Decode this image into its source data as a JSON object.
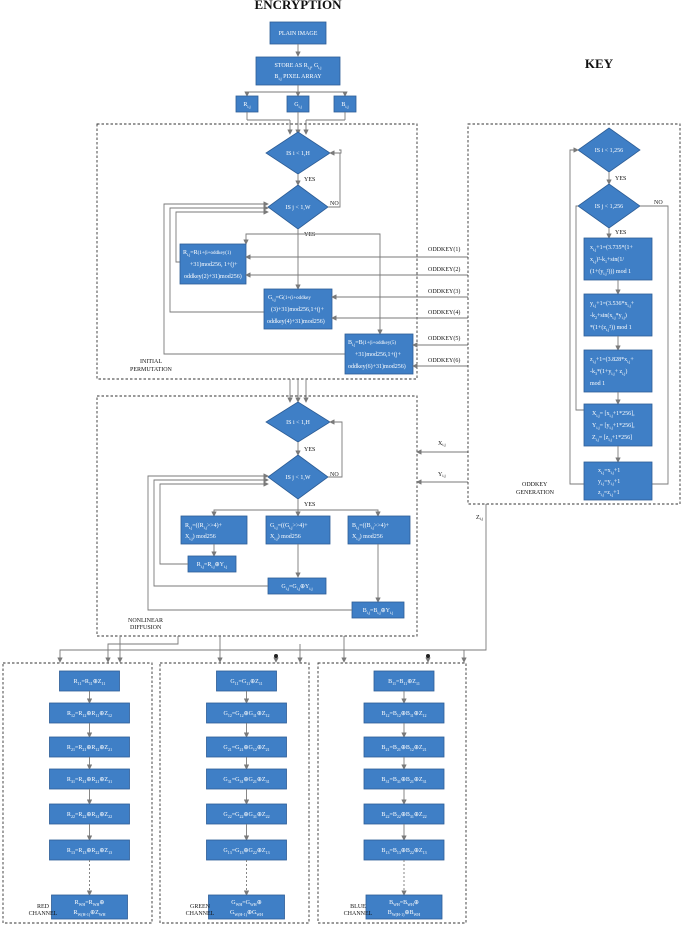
{
  "header": {
    "encryption": "ENCRYPTION",
    "key": "KEY"
  },
  "top": {
    "plain_image": "PLAIN IMAGE",
    "store_line1": "STORE AS R",
    "store_sub1": "i,j",
    "store_mid": ", G",
    "store_sub2": "i,j",
    "store_line2": "B",
    "store_sub3": "i,j",
    "store_line2b": " PIXEL ARRAY",
    "r": "R",
    "g": "G",
    "b": "B",
    "sub_ij": "i,j"
  },
  "permutation": {
    "loop_i": "IS i < 1,H",
    "loop_j": "IS j < 1,W",
    "yes": "YES",
    "no": "NO",
    "r_line1": "R",
    "r_sub": "i,j",
    "r_line1b": "=R",
    "r_line1c": "(1+(i+oddkey(1)",
    "r_line2": "+31)mod256, 1+(j+",
    "r_line3": "oddkey(2)+31)mod256)",
    "g_line1": "G",
    "g_line1b": "=G",
    "g_line1c": "(1+(i+oddkey",
    "g_line2": "(3)+31)mod256,1+(j+",
    "g_line3": "oddkey(4)+31)mod256)",
    "b_line1": "B",
    "b_line1b": "=B",
    "b_line1c": "(1+(i+oddkey(5)",
    "b_line2": "+31)mod256,1+(j+",
    "b_line3": "oddkey(6)+31)mod256)",
    "oddkeys": [
      "ODDKEY(1)",
      "ODDKEY(2)",
      "ODDKEY(3)",
      "ODDKEY(4)",
      "ODDKEY(5)",
      "ODDKEY(6)"
    ],
    "label1": "INITIAL",
    "label2": "PERMUTATION"
  },
  "diffusion": {
    "loop_i": "IS i < 1,H",
    "loop_j": "IS j < 1,W",
    "yes": "YES",
    "no": "NO",
    "r_formula_a": "R",
    "r_formula_b": "=((R",
    "r_formula_c": ">>4)+",
    "r_formula_d": "X",
    "r_formula_e": ") mod256",
    "g_formula_a": "G",
    "g_formula_b": "=((G",
    "g_formula_c": ">>4)+",
    "g_formula_e": ") mod256",
    "b_formula_a": "B",
    "b_formula_b": "=((B",
    "b_formula_c": ">>4)+",
    "b_formula_e": ") mod256",
    "r_xor": "R",
    "r_xor_b": "=R",
    "r_xor_c": "⊕Y",
    "g_xor": "G",
    "g_xor_b": "=G",
    "g_xor_c": "⊕Y",
    "b_xor": "B",
    "b_xor_b": "=B",
    "b_xor_c": "⊕Y",
    "sub": "i,j",
    "xi": "X",
    "yi": "Y",
    "zi": "Z",
    "label1": "NONLINEAR",
    "label2": "DIFFUSION"
  },
  "key": {
    "loop_i": "IS i < 1,256",
    "loop_j": "IS j < 1,256",
    "yes": "YES",
    "no": "NO",
    "x_line1": "x",
    "x_line1b": "=(3.735*(1+",
    "x_line2": "x",
    "x_line2b": ")²-k",
    "x_line2c": "+sin(1/",
    "x_line3": "(1+(y",
    "x_line3b": "²))) mod 1",
    "y_line1": "y",
    "y_line1b": "=(3.536*x",
    "y_line1c": "+",
    "y_line2": "-k",
    "y_line2b": "+sin(x",
    "y_line2c": "*y",
    "y_line2d": ")",
    "y_line3": "*(1+(z",
    "y_line3b": "²)) mod 1",
    "z_line1": "z",
    "z_line1b": "=(3.828*x",
    "z_line1c": "+",
    "z_line2": "-k",
    "z_line2b": "*(1+y",
    "z_line2c": "+ z",
    "z_line2d": ")",
    "z_line3": "mod 1",
    "out_x": "X",
    "out_x_b": "= [x",
    "out_x_c": "*256],",
    "out_y": "Y",
    "out_y_b": "= [y",
    "out_y_c": "*256],",
    "out_z": "Z",
    "out_z_b": "= [z",
    "out_z_c": "*256]",
    "upd_x": "x",
    "upd_x_b": "=x",
    "upd_y": "y",
    "upd_y_b": "=y",
    "upd_z": "z",
    "upd_z_b": "=z",
    "label1": "ODDKEY",
    "label2": "GENERATION"
  },
  "channels": [
    {
      "label1": "RED",
      "label2": "CHANNEL",
      "ch": "R",
      "rows": [
        [
          "R",
          "11",
          "=R",
          "11",
          "⊕Z",
          "11"
        ],
        [
          "R",
          "12",
          "=R",
          "12",
          "⊕R",
          "11",
          "⊕Z",
          "12"
        ],
        [
          "R",
          "21",
          "=R",
          "21",
          "⊕R",
          "12",
          "⊕Z",
          "21"
        ],
        [
          "R",
          "31",
          "=R",
          "31",
          "⊕R",
          "21",
          "⊕Z",
          "31"
        ],
        [
          "R",
          "22",
          "=R",
          "22",
          "⊕R",
          "31",
          "⊕Z",
          "22"
        ],
        [
          "R",
          "13",
          "=R",
          "13",
          "⊕R",
          "22",
          "⊕Z",
          "13"
        ]
      ],
      "final1": [
        "R",
        "WH",
        "=R",
        "WH",
        "⊕"
      ],
      "final2": [
        "R",
        "W(H-1)",
        "⊕Z",
        "WH"
      ]
    },
    {
      "label1": "GREEN",
      "label2": "CHANNEL",
      "ch": "G",
      "rows": [
        [
          "G",
          "11",
          "=G",
          "11",
          "⊕Z",
          "11"
        ],
        [
          "G",
          "12",
          "=G",
          "12",
          "⊕G",
          "11",
          "⊕Z",
          "12"
        ],
        [
          "G",
          "21",
          "=G",
          "21",
          "⊕G",
          "12",
          "⊕Z",
          "21"
        ],
        [
          "G",
          "31",
          "=G",
          "31",
          "⊕G",
          "21",
          "⊕Z",
          "31"
        ],
        [
          "G",
          "22",
          "=G",
          "22",
          "⊕G",
          "31",
          "⊕Z",
          "22"
        ],
        [
          "G",
          "13",
          "=G",
          "13",
          "⊕G",
          "22",
          "⊕Z",
          "13"
        ]
      ],
      "final1": [
        "G",
        "WH",
        "=G",
        "WH",
        "⊕"
      ],
      "final2": [
        "G",
        "W(H-1)",
        "⊕G",
        "WH"
      ]
    },
    {
      "label1": "BLUE",
      "label2": "CHANNEL",
      "ch": "B",
      "rows": [
        [
          "B",
          "11",
          "=B",
          "11",
          "⊕Z",
          "11"
        ],
        [
          "B",
          "12",
          "=B",
          "12",
          "⊕B",
          "11",
          "⊕Z",
          "12"
        ],
        [
          "B",
          "21",
          "=B",
          "21",
          "⊕B",
          "12",
          "⊕Z",
          "21"
        ],
        [
          "B",
          "31",
          "=B",
          "31",
          "⊕B",
          "21",
          "⊕Z",
          "31"
        ],
        [
          "B",
          "22",
          "=B",
          "22",
          "⊕B",
          "31",
          "⊕Z",
          "22"
        ],
        [
          "B",
          "13",
          "=B",
          "13",
          "⊕B",
          "22",
          "⊕Z",
          "13"
        ]
      ],
      "final1": [
        "B",
        "WH",
        "=B",
        "WH",
        "⊕"
      ],
      "final2": [
        "B",
        "W(H-1)",
        "⊕B",
        "WH"
      ]
    }
  ]
}
